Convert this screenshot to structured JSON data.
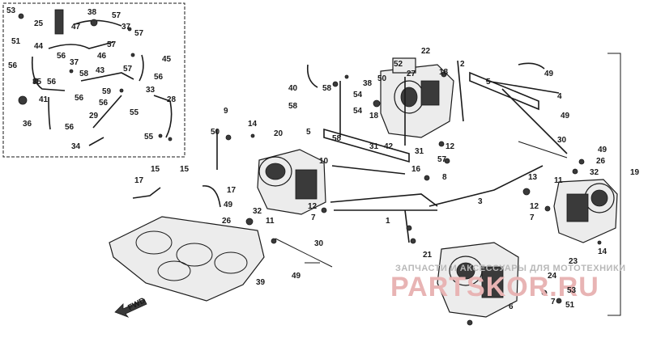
{
  "diagram": {
    "part_labels": {
      "l53": "53",
      "l51a": "51",
      "l25": "25",
      "l38a": "38",
      "l47": "47",
      "l57a": "57",
      "l37a": "37",
      "l57b": "57",
      "l44": "44",
      "l56a": "56",
      "l37b": "37",
      "l58a": "58",
      "l57c": "57",
      "l46": "46",
      "l56b": "56",
      "l45": "45",
      "l35": "35",
      "l56c": "56",
      "l43": "43",
      "l57d": "57",
      "l56d": "56",
      "l59": "59",
      "l33": "33",
      "l41": "41",
      "l56e": "56",
      "l28": "28",
      "l36": "36",
      "l56f": "56",
      "l29": "29",
      "l55a": "55",
      "l55b": "55",
      "l34": "34",
      "l56g": "56",
      "l40": "40",
      "l58b": "58",
      "l58c": "58",
      "l54a": "54",
      "l54b": "54",
      "l22": "22",
      "l52": "52",
      "l27": "27",
      "l50a": "50",
      "l38b": "38",
      "l18a": "18",
      "l2": "2",
      "l49a": "49",
      "l5a": "5",
      "l4": "4",
      "l18b": "18",
      "l49b": "49",
      "l9": "9",
      "l50b": "50",
      "l14a": "14",
      "l20": "20",
      "l5b": "5",
      "l58d": "58",
      "l31a": "31",
      "l42": "42",
      "l31b": "31",
      "l12a": "12",
      "l57e": "57",
      "l10": "10",
      "l30a": "30",
      "l49c": "49",
      "l26a": "26",
      "l32a": "32",
      "l16": "16",
      "l8": "8",
      "l13": "13",
      "l11a": "11",
      "l19": "19",
      "l17a": "17",
      "l15a": "15",
      "l15b": "15",
      "l17b": "17",
      "l49d": "49",
      "l3": "3",
      "l12b": "12",
      "l7a": "7",
      "l26b": "26",
      "l32b": "32",
      "l11b": "11",
      "l1": "1",
      "l12c": "12",
      "l7b": "7",
      "l30b": "30",
      "l23": "23",
      "l14b": "14",
      "l39": "39",
      "l49e": "49",
      "l21": "21",
      "l24": "24",
      "l53b": "53",
      "l7c": "7",
      "l51b": "51",
      "l6": "6"
    },
    "fwd_label": "FWD",
    "watermark": {
      "text": "ЗАПЧАСТИ И АКСЕССУАРЫ ДЛЯ МОТОТЕХНИКИ",
      "logo": "PARTSKOR.RU"
    }
  }
}
